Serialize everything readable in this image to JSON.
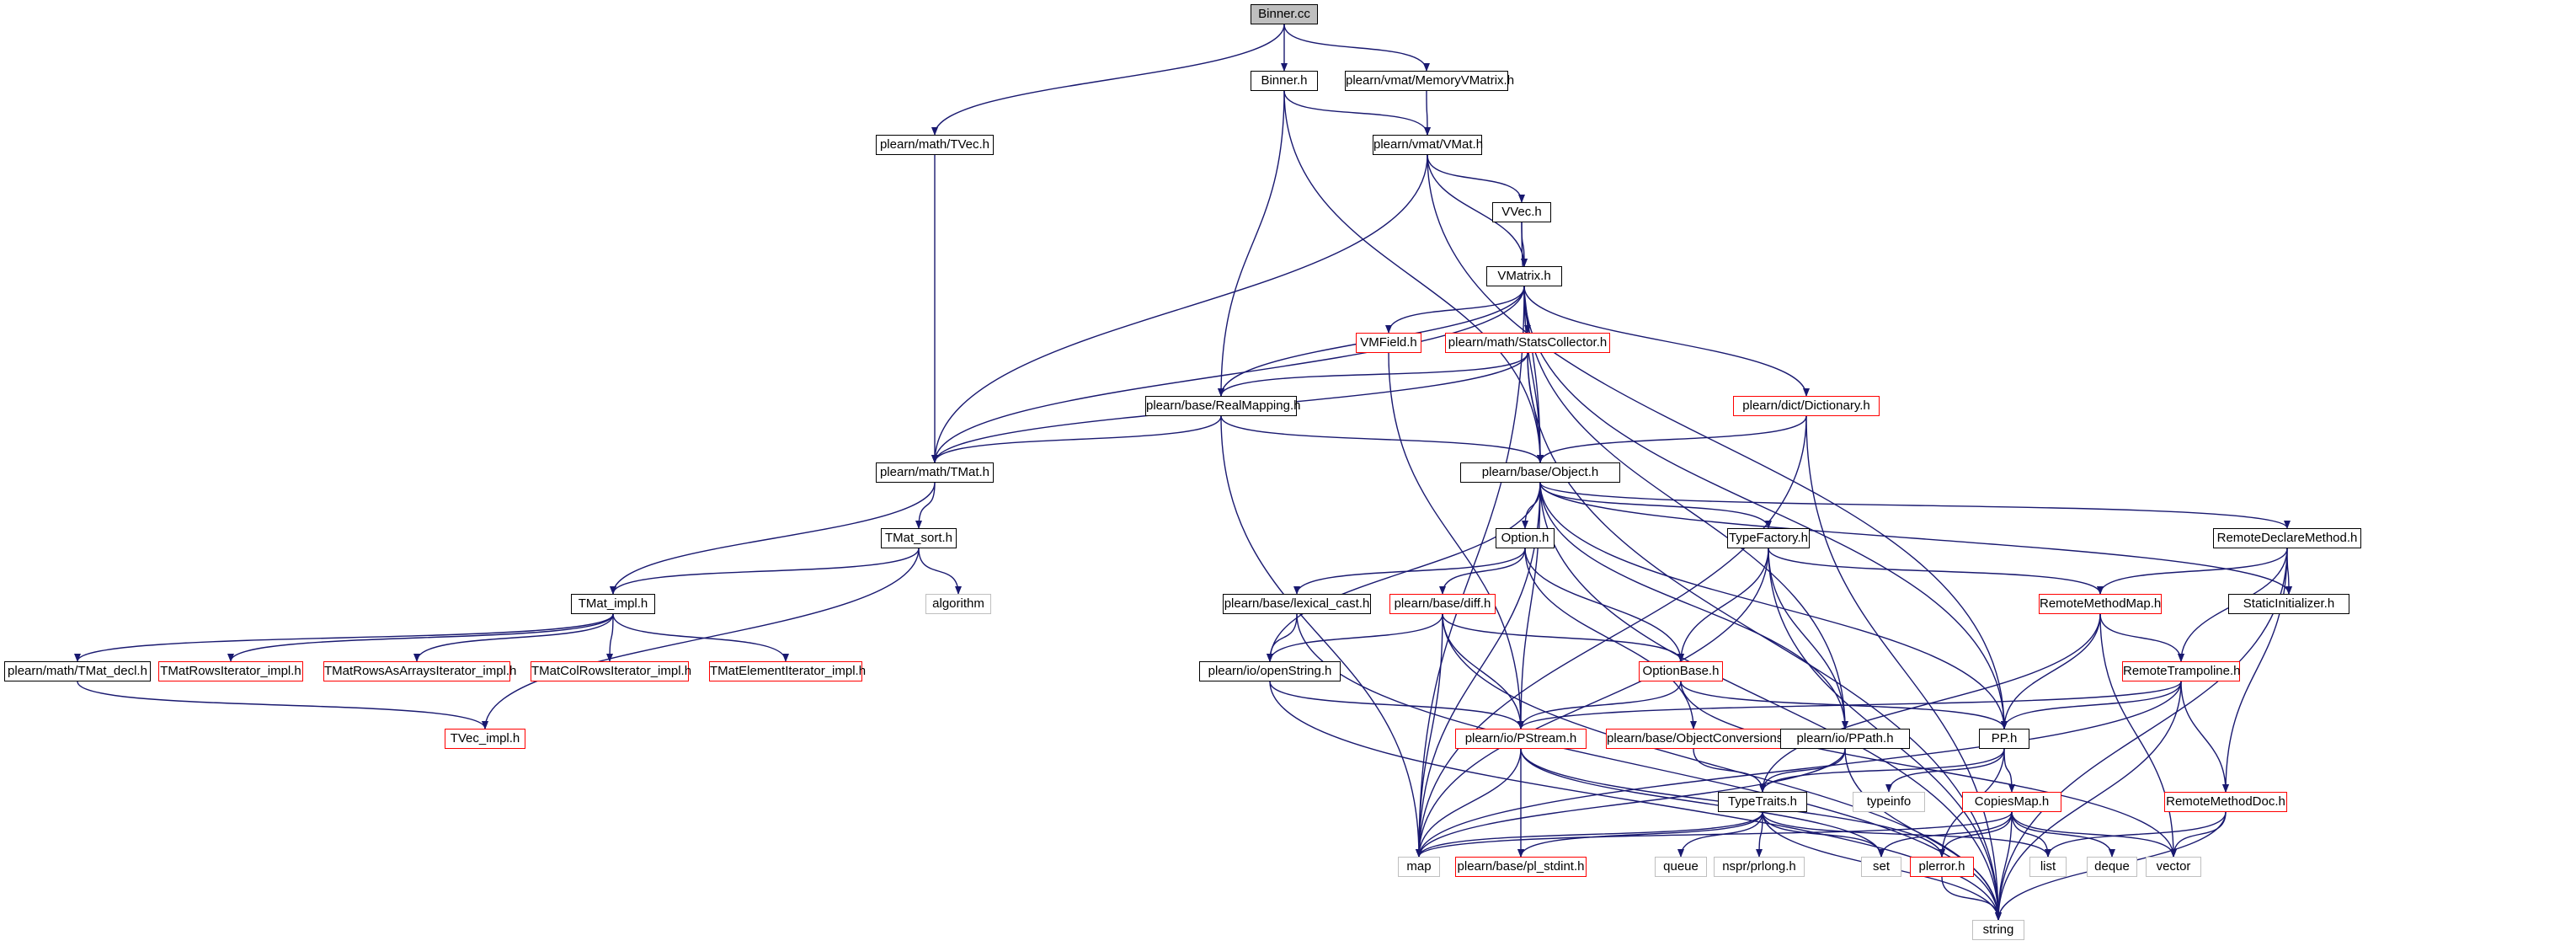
{
  "graph": {
    "colors": {
      "edge": "#191970",
      "plain_border": "#000000",
      "red_border": "#ff0000",
      "gray_border": "#bfbfbf",
      "root_fill": "#bfbfbf"
    },
    "nodes": [
      {
        "id": "binner_cc",
        "label": "Binner.cc",
        "style": "root"
      },
      {
        "id": "binner_h",
        "label": "Binner.h",
        "style": "plain"
      },
      {
        "id": "memory_vmatrix",
        "label": "plearn/vmat/MemoryVMatrix.h",
        "style": "plain"
      },
      {
        "id": "tvec",
        "label": "plearn/math/TVec.h",
        "style": "plain"
      },
      {
        "id": "vmat",
        "label": "plearn/vmat/VMat.h",
        "style": "plain"
      },
      {
        "id": "vvec",
        "label": "VVec.h",
        "style": "plain"
      },
      {
        "id": "vmatrix",
        "label": "VMatrix.h",
        "style": "plain"
      },
      {
        "id": "vmfield",
        "label": "VMField.h",
        "style": "red"
      },
      {
        "id": "statscollector",
        "label": "plearn/math/StatsCollector.h",
        "style": "red"
      },
      {
        "id": "realmapping",
        "label": "plearn/base/RealMapping.h",
        "style": "plain"
      },
      {
        "id": "dictionary",
        "label": "plearn/dict/Dictionary.h",
        "style": "red"
      },
      {
        "id": "tmat",
        "label": "plearn/math/TMat.h",
        "style": "plain"
      },
      {
        "id": "object",
        "label": "plearn/base/Object.h",
        "style": "plain"
      },
      {
        "id": "tmat_sort",
        "label": "TMat_sort.h",
        "style": "plain"
      },
      {
        "id": "option",
        "label": "Option.h",
        "style": "plain"
      },
      {
        "id": "typefactory",
        "label": "TypeFactory.h",
        "style": "plain"
      },
      {
        "id": "remotedeclare",
        "label": "RemoteDeclareMethod.h",
        "style": "plain"
      },
      {
        "id": "algorithm",
        "label": "algorithm",
        "style": "gray"
      },
      {
        "id": "tmat_impl",
        "label": "TMat_impl.h",
        "style": "plain"
      },
      {
        "id": "lexical_cast",
        "label": "plearn/base/lexical_cast.h",
        "style": "plain"
      },
      {
        "id": "diff",
        "label": "plearn/base/diff.h",
        "style": "red"
      },
      {
        "id": "remotemethodmap",
        "label": "RemoteMethodMap.h",
        "style": "red"
      },
      {
        "id": "staticinit",
        "label": "StaticInitializer.h",
        "style": "plain"
      },
      {
        "id": "tmat_decl",
        "label": "plearn/math/TMat_decl.h",
        "style": "plain"
      },
      {
        "id": "tmatrows",
        "label": "TMatRowsIterator_impl.h",
        "style": "red"
      },
      {
        "id": "tmatrowsarrays",
        "label": "TMatRowsAsArraysIterator_impl.h",
        "style": "red"
      },
      {
        "id": "tmatcolrows",
        "label": "TMatColRowsIterator_impl.h",
        "style": "red"
      },
      {
        "id": "tmatelement",
        "label": "TMatElementIterator_impl.h",
        "style": "red"
      },
      {
        "id": "openstring",
        "label": "plearn/io/openString.h",
        "style": "plain"
      },
      {
        "id": "optionbase",
        "label": "OptionBase.h",
        "style": "red"
      },
      {
        "id": "remotetrampoline",
        "label": "RemoteTrampoline.h",
        "style": "red"
      },
      {
        "id": "tvec_impl",
        "label": "TVec_impl.h",
        "style": "red"
      },
      {
        "id": "pstream",
        "label": "plearn/io/PStream.h",
        "style": "red"
      },
      {
        "id": "objectconv",
        "label": "plearn/base/ObjectConversions.h",
        "style": "red"
      },
      {
        "id": "ppath",
        "label": "plearn/io/PPath.h",
        "style": "plain"
      },
      {
        "id": "pp",
        "label": "PP.h",
        "style": "plain"
      },
      {
        "id": "typeinfo",
        "label": "typeinfo",
        "style": "gray"
      },
      {
        "id": "typetraits",
        "label": "TypeTraits.h",
        "style": "plain"
      },
      {
        "id": "copiesmap",
        "label": "CopiesMap.h",
        "style": "red"
      },
      {
        "id": "remotemethoddoc",
        "label": "RemoteMethodDoc.h",
        "style": "red"
      },
      {
        "id": "map",
        "label": "map",
        "style": "gray"
      },
      {
        "id": "pl_stdint",
        "label": "plearn/base/pl_stdint.h",
        "style": "red"
      },
      {
        "id": "queue",
        "label": "queue",
        "style": "gray"
      },
      {
        "id": "nspr",
        "label": "nspr/prlong.h",
        "style": "gray"
      },
      {
        "id": "set",
        "label": "set",
        "style": "gray"
      },
      {
        "id": "plerror",
        "label": "plerror.h",
        "style": "red"
      },
      {
        "id": "list",
        "label": "list",
        "style": "gray"
      },
      {
        "id": "deque",
        "label": "deque",
        "style": "gray"
      },
      {
        "id": "vector",
        "label": "vector",
        "style": "gray"
      },
      {
        "id": "string",
        "label": "string",
        "style": "gray"
      }
    ],
    "edges": [
      [
        "binner_cc",
        "binner_h"
      ],
      [
        "binner_cc",
        "memory_vmatrix"
      ],
      [
        "binner_cc",
        "tvec"
      ],
      [
        "binner_h",
        "vmat"
      ],
      [
        "binner_h",
        "realmapping"
      ],
      [
        "binner_h",
        "object"
      ],
      [
        "memory_vmatrix",
        "vmat"
      ],
      [
        "tvec",
        "tmat"
      ],
      [
        "vmat",
        "vvec"
      ],
      [
        "vmat",
        "vmatrix"
      ],
      [
        "vmat",
        "tmat"
      ],
      [
        "vmat",
        "pp"
      ],
      [
        "vvec",
        "vmatrix"
      ],
      [
        "vvec",
        "object"
      ],
      [
        "vmatrix",
        "vmfield"
      ],
      [
        "vmatrix",
        "statscollector"
      ],
      [
        "vmatrix",
        "dictionary"
      ],
      [
        "vmatrix",
        "object"
      ],
      [
        "vmatrix",
        "tmat"
      ],
      [
        "vmatrix",
        "realmapping"
      ],
      [
        "vmatrix",
        "map"
      ],
      [
        "vmatrix",
        "ppath"
      ],
      [
        "vmatrix",
        "pp"
      ],
      [
        "vmfield",
        "pstream"
      ],
      [
        "statscollector",
        "object"
      ],
      [
        "statscollector",
        "realmapping"
      ],
      [
        "statscollector",
        "tmat"
      ],
      [
        "statscollector",
        "string"
      ],
      [
        "realmapping",
        "tmat"
      ],
      [
        "realmapping",
        "object"
      ],
      [
        "realmapping",
        "map"
      ],
      [
        "dictionary",
        "object"
      ],
      [
        "dictionary",
        "map"
      ],
      [
        "dictionary",
        "string"
      ],
      [
        "tmat",
        "tmat_sort"
      ],
      [
        "tmat",
        "tmat_impl"
      ],
      [
        "tmat_sort",
        "algorithm"
      ],
      [
        "tmat_sort",
        "tmat_impl"
      ],
      [
        "tmat_sort",
        "tvec_impl"
      ],
      [
        "tmat_impl",
        "tmat_decl"
      ],
      [
        "tmat_impl",
        "tmatrows"
      ],
      [
        "tmat_impl",
        "tmatrowsarrays"
      ],
      [
        "tmat_impl",
        "tmatcolrows"
      ],
      [
        "tmat_impl",
        "tmatelement"
      ],
      [
        "tmat_decl",
        "tvec_impl"
      ],
      [
        "object",
        "option"
      ],
      [
        "object",
        "typefactory"
      ],
      [
        "object",
        "remotedeclare"
      ],
      [
        "object",
        "staticinit"
      ],
      [
        "object",
        "openstring"
      ],
      [
        "object",
        "ppath"
      ],
      [
        "object",
        "pp"
      ],
      [
        "object",
        "map"
      ],
      [
        "object",
        "string"
      ],
      [
        "object",
        "pstream"
      ],
      [
        "option",
        "lexical_cast"
      ],
      [
        "option",
        "diff"
      ],
      [
        "option",
        "optionbase"
      ],
      [
        "option",
        "objectconv"
      ],
      [
        "typefactory",
        "optionbase"
      ],
      [
        "typefactory",
        "remotemethodmap"
      ],
      [
        "typefactory",
        "ppath"
      ],
      [
        "typefactory",
        "map"
      ],
      [
        "typefactory",
        "string"
      ],
      [
        "remotedeclare",
        "remotemethodmap"
      ],
      [
        "remotedeclare",
        "staticinit"
      ],
      [
        "remotedeclare",
        "remotetrampoline"
      ],
      [
        "remotedeclare",
        "remotemethoddoc"
      ],
      [
        "remotedeclare",
        "string"
      ],
      [
        "lexical_cast",
        "openstring"
      ],
      [
        "lexical_cast",
        "string"
      ],
      [
        "diff",
        "openstring"
      ],
      [
        "diff",
        "optionbase"
      ],
      [
        "diff",
        "pstream"
      ],
      [
        "diff",
        "map"
      ],
      [
        "diff",
        "string"
      ],
      [
        "remotemethodmap",
        "remotetrampoline"
      ],
      [
        "remotemethodmap",
        "pp"
      ],
      [
        "remotemethodmap",
        "typetraits"
      ],
      [
        "remotemethodmap",
        "vector"
      ],
      [
        "openstring",
        "pstream"
      ],
      [
        "openstring",
        "string"
      ],
      [
        "optionbase",
        "pstream"
      ],
      [
        "optionbase",
        "pp"
      ],
      [
        "optionbase",
        "vector"
      ],
      [
        "remotetrampoline",
        "pp"
      ],
      [
        "remotetrampoline",
        "remotemethoddoc"
      ],
      [
        "remotetrampoline",
        "map"
      ],
      [
        "remotetrampoline",
        "string"
      ],
      [
        "remotetrampoline",
        "pstream"
      ],
      [
        "pstream",
        "map"
      ],
      [
        "pstream",
        "pl_stdint"
      ],
      [
        "pstream",
        "set"
      ],
      [
        "pstream",
        "plerror"
      ],
      [
        "objectconv",
        "typetraits"
      ],
      [
        "ppath",
        "typetraits"
      ],
      [
        "ppath",
        "map"
      ],
      [
        "ppath",
        "string"
      ],
      [
        "pp",
        "typetraits"
      ],
      [
        "pp",
        "typeinfo"
      ],
      [
        "pp",
        "copiesmap"
      ],
      [
        "pp",
        "plerror"
      ],
      [
        "typetraits",
        "map"
      ],
      [
        "typetraits",
        "pl_stdint"
      ],
      [
        "typetraits",
        "queue"
      ],
      [
        "typetraits",
        "nspr"
      ],
      [
        "typetraits",
        "set"
      ],
      [
        "typetraits",
        "list"
      ],
      [
        "typetraits",
        "string"
      ],
      [
        "copiesmap",
        "map"
      ],
      [
        "copiesmap",
        "set"
      ],
      [
        "copiesmap",
        "plerror"
      ],
      [
        "copiesmap",
        "list"
      ],
      [
        "copiesmap",
        "deque"
      ],
      [
        "copiesmap",
        "vector"
      ],
      [
        "copiesmap",
        "string"
      ],
      [
        "remotemethoddoc",
        "list"
      ],
      [
        "remotemethoddoc",
        "vector"
      ],
      [
        "remotemethoddoc",
        "string"
      ],
      [
        "plerror",
        "string"
      ]
    ]
  }
}
